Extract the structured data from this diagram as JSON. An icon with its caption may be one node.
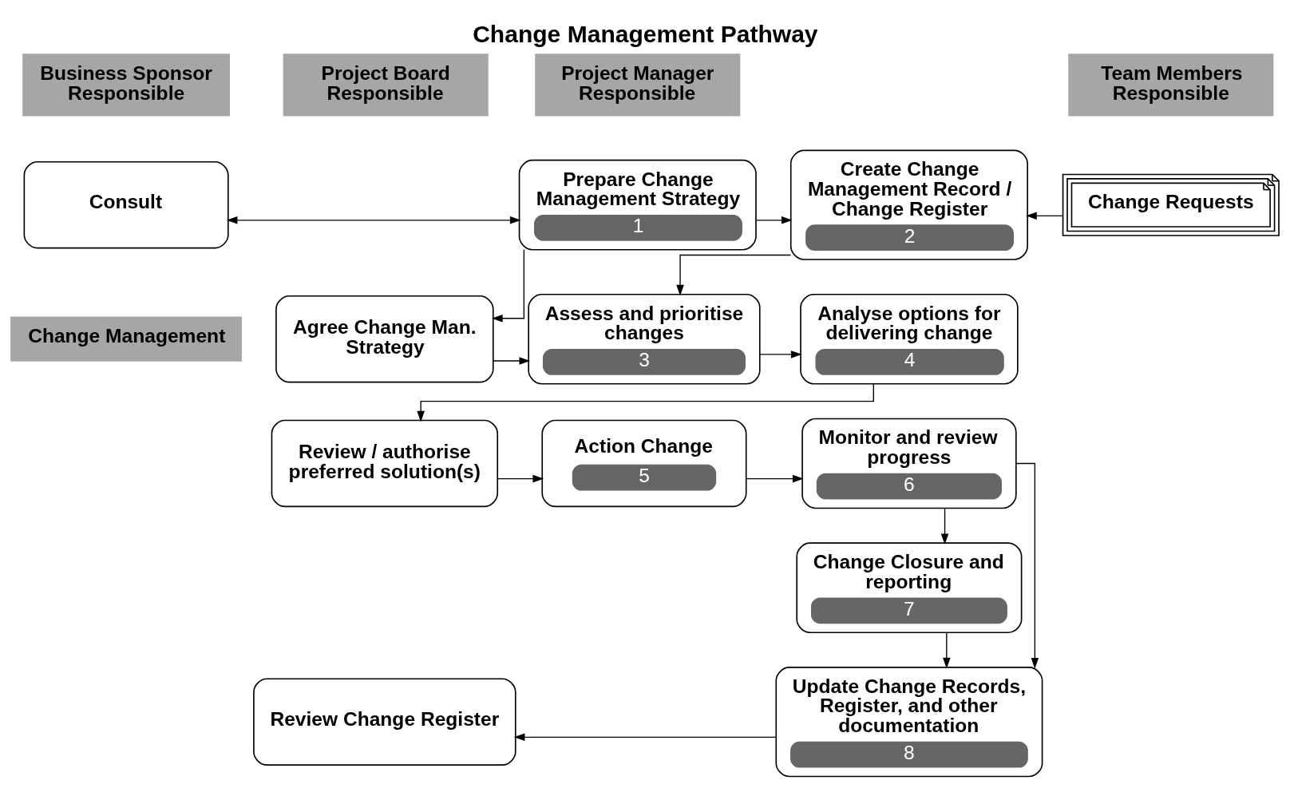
{
  "diagram": {
    "title": "Change Management Pathway",
    "nodes": [
      {
        "text": [
          "Business Sponsor Responsible"
        ]
      },
      {
        "text": [
          "Project Board Responsible"
        ]
      },
      {
        "text": [
          "Project Manager Responsible"
        ]
      },
      {
        "text": [
          "Team Members Responsible"
        ]
      },
      {
        "text": [
          "Change Management"
        ]
      },
      {
        "text": [
          "Consult"
        ]
      },
      {
        "text": [
          "Prepare Change Management Strategy",
          "1"
        ]
      },
      {
        "text": [
          "Create Change Management Record / Change Register",
          "2"
        ]
      },
      {
        "text": [
          "Change Requests"
        ]
      },
      {
        "text": [
          "Agree Change Man. Strategy"
        ]
      },
      {
        "text": [
          "Assess and prioritise changes",
          "3"
        ]
      },
      {
        "text": [
          "Analyse options for delivering change",
          "4"
        ]
      },
      {
        "text": [
          "Review / authorise preferred solution(s)"
        ]
      },
      {
        "text": [
          "Action Change",
          "5"
        ]
      },
      {
        "text": [
          "Monitor and review progress",
          "6"
        ]
      },
      {
        "text": [
          "Change Closure and reporting",
          "7"
        ]
      },
      {
        "text": [
          "Review Change Register"
        ]
      },
      {
        "text": [
          "Update Change Records, Register, and other documentation",
          "8"
        ]
      }
    ],
    "edges": [
      {
        "from": 5,
        "to": 6,
        "arrow": "both"
      },
      {
        "from": 6,
        "to": 7,
        "arrow": "to"
      },
      {
        "from": 8,
        "to": 7,
        "arrow": "to"
      },
      {
        "from": 6,
        "to": 9,
        "arrow": "to"
      },
      {
        "from": 7,
        "to": 10,
        "arrow": "to"
      },
      {
        "from": 9,
        "to": 10,
        "arrow": "to"
      },
      {
        "from": 10,
        "to": 11,
        "arrow": "to"
      },
      {
        "from": 11,
        "to": 12,
        "arrow": "to"
      },
      {
        "from": 12,
        "to": 13,
        "arrow": "to"
      },
      {
        "from": 13,
        "to": 14,
        "arrow": "to"
      },
      {
        "from": 14,
        "to": 15,
        "arrow": "to"
      },
      {
        "from": 14,
        "to": 17,
        "arrow": "to"
      },
      {
        "from": 15,
        "to": 17,
        "arrow": "to"
      },
      {
        "from": 17,
        "to": 16,
        "arrow": "to"
      }
    ]
  }
}
